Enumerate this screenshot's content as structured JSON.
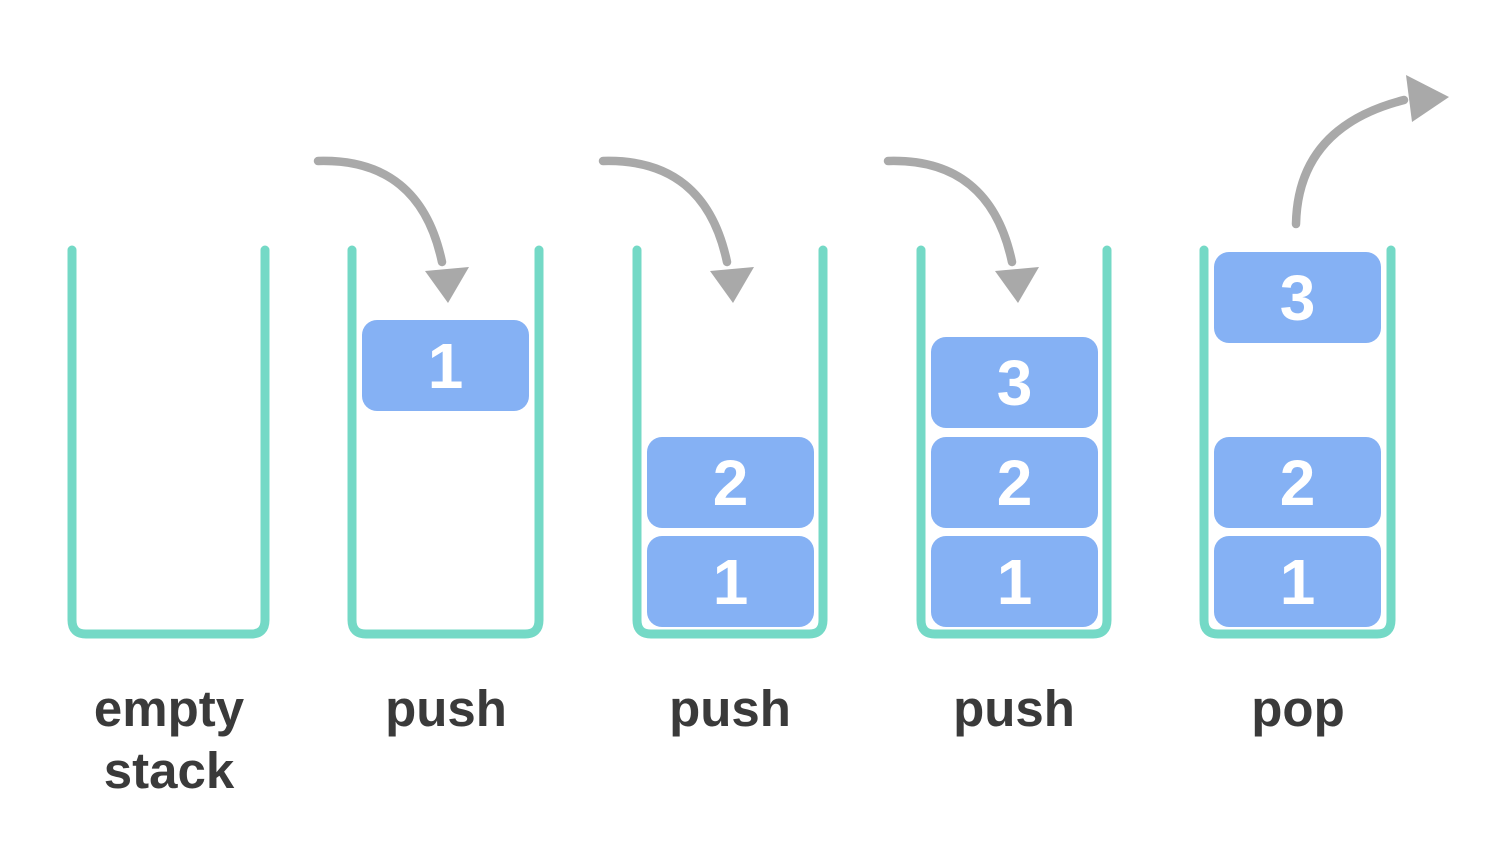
{
  "diagram": {
    "background": "#ffffff",
    "colors": {
      "background": "#ffffff",
      "container": "#74d9c6",
      "block": "#85b1f4",
      "block_text": "#ffffff",
      "arrow": "#a9a9a9",
      "label": "#3a3a3a"
    },
    "panels": [
      {
        "label": "empty stack",
        "operation": "empty",
        "blocks": []
      },
      {
        "label": "push",
        "operation": "push",
        "blocks": [
          "1"
        ]
      },
      {
        "label": "push",
        "operation": "push",
        "blocks": [
          "2",
          "1"
        ]
      },
      {
        "label": "push",
        "operation": "push",
        "blocks": [
          "3",
          "2",
          "1"
        ]
      },
      {
        "label": "pop",
        "operation": "pop",
        "blocks": [
          "3",
          "2",
          "1"
        ]
      }
    ]
  }
}
